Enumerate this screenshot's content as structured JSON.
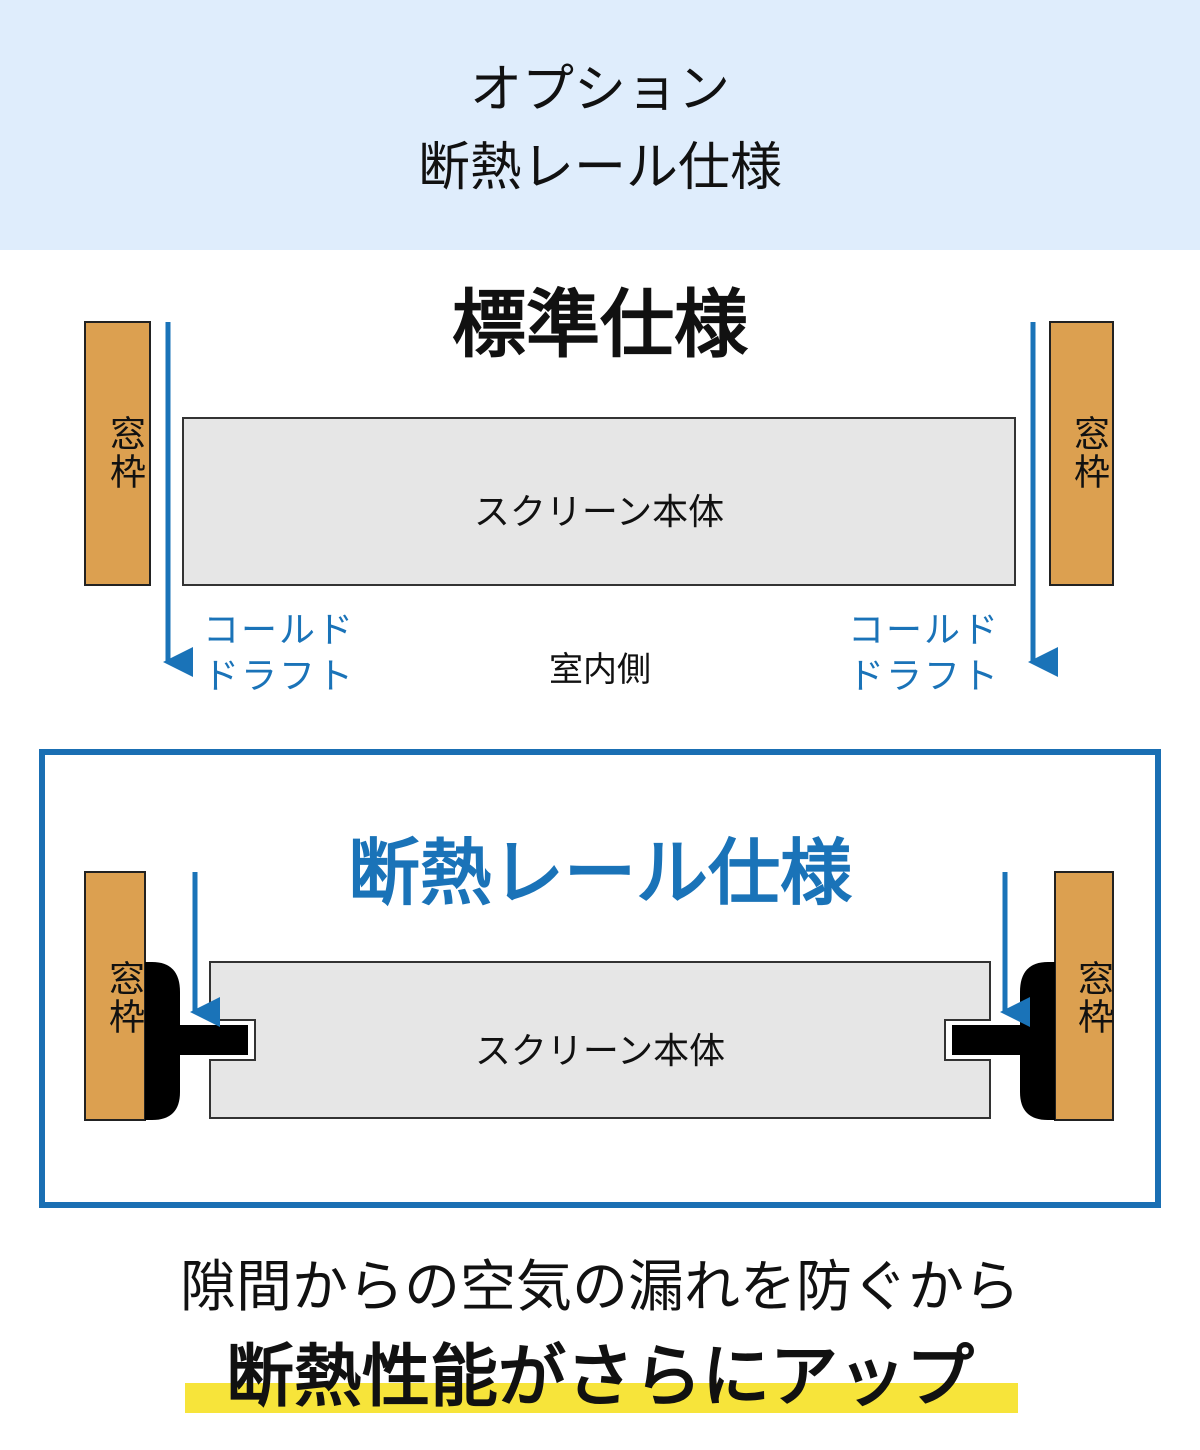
{
  "header": {
    "line1": "オプション",
    "line2": "断熱レール仕様"
  },
  "standard": {
    "title": "標準仕様",
    "frame_label": "窓枠",
    "screen_label": "スクリーン本体",
    "cold_draft_line1": "コールド",
    "cold_draft_line2": "ドラフト",
    "indoor_label": "室内側"
  },
  "insulated": {
    "title": "断熱レール仕様",
    "frame_label": "窓枠",
    "screen_label": "スクリーン本体"
  },
  "footer": {
    "line1": "隙間からの空気の漏れを防ぐから",
    "line2": "断熱性能がさらにアップ"
  },
  "colors": {
    "header_bg": "#dfedfc",
    "accent_blue": "#1a73b8",
    "frame": "#dca050",
    "screen": "#e6e6e6",
    "highlight": "#f7e43a"
  }
}
